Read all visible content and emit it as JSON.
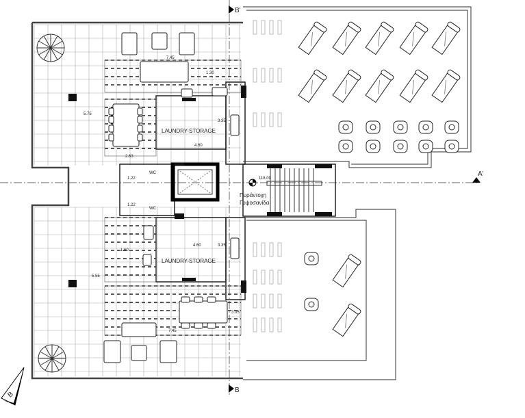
{
  "rooms": {
    "upper_laundry": "LAUNDRY-STORAGE",
    "lower_laundry": "LAUNDRY-STORAGE",
    "wc_upper": "WC",
    "wc_lower": "WC"
  },
  "notes": {
    "level": "118.00",
    "fire_line1": "Πυράντοχη",
    "fire_line2": "Γυψοσανίδα"
  },
  "dimensions": {
    "upper_width": "7.45",
    "upper_counter": "1.30",
    "upper_depth": "5.75",
    "upper_laundry_h": "3.35",
    "upper_laundry_w": "4.60",
    "upper_table": "2.63",
    "wc_upper": "1.22",
    "wc_lower": "1.22",
    "lower_counter": "1.60",
    "lower_laundry_w": "4.60",
    "lower_laundry_h": "3.35",
    "lower_depth": "5.55",
    "lower_table": "3.05",
    "lower_width": "7.45"
  },
  "section_markers": {
    "top": "B'",
    "right": "A'",
    "bottom": "B",
    "north": "B"
  },
  "colors": {
    "line": "#222222",
    "grid": "#9a9a9a",
    "fill": "#111111"
  }
}
